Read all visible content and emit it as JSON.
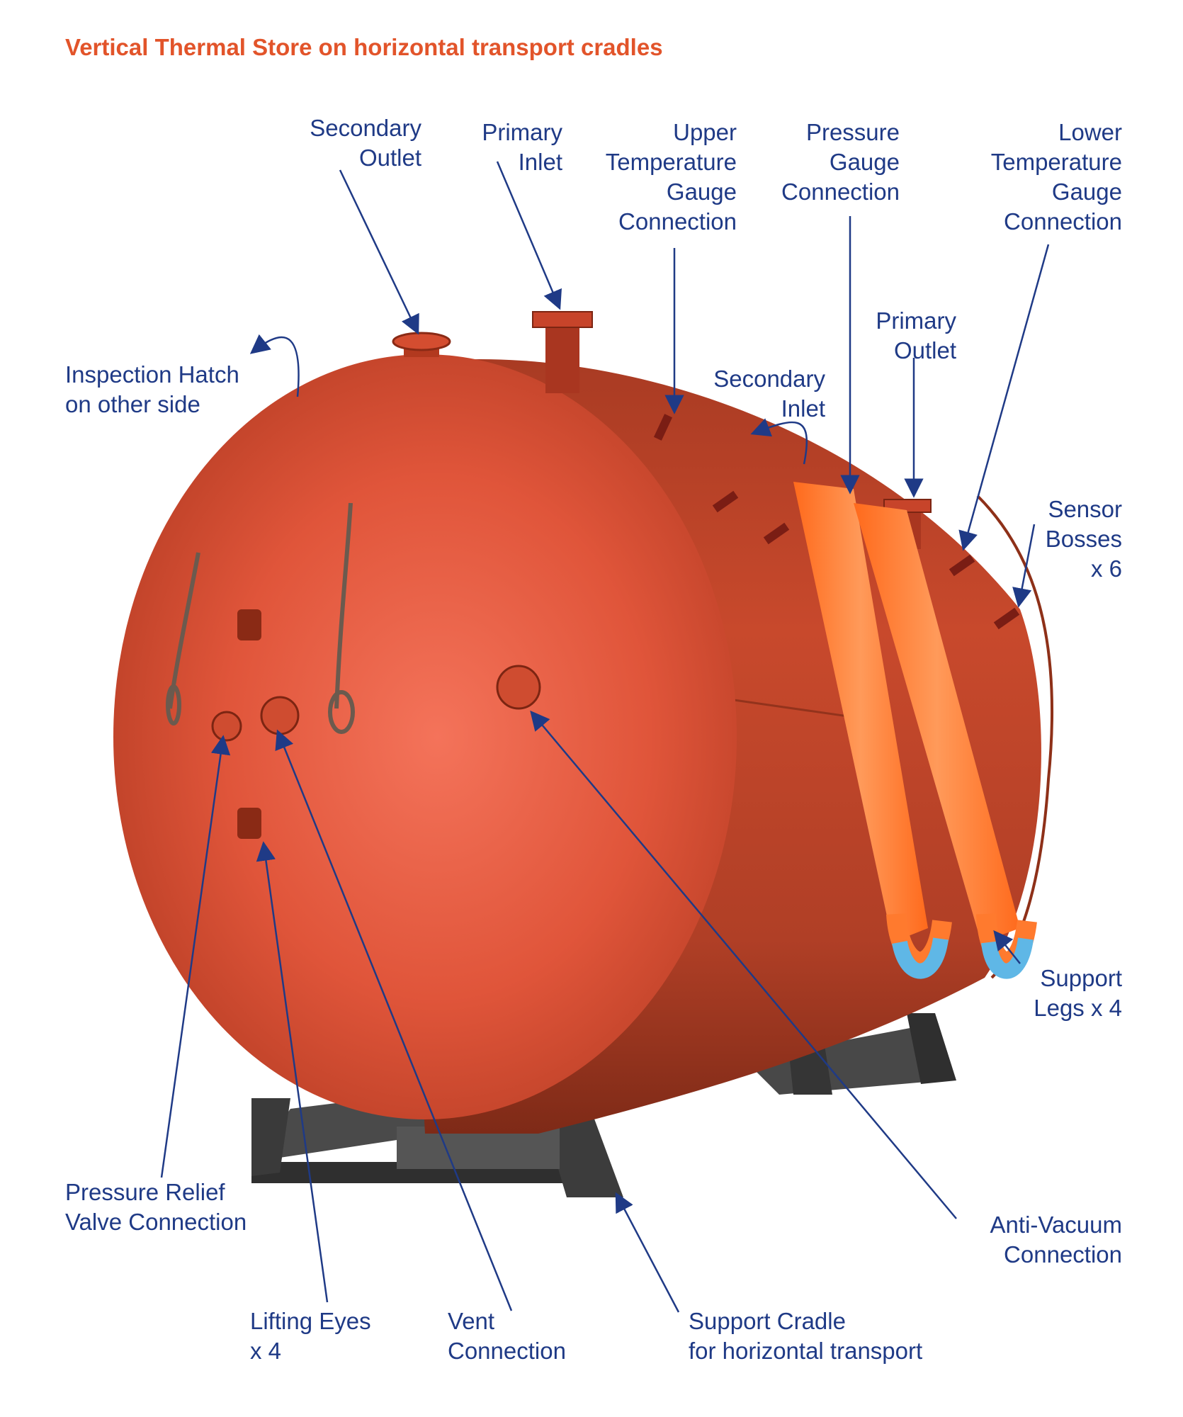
{
  "title": "Vertical Thermal Store on horizontal transport cradles",
  "colors": {
    "title": "#e2542a",
    "label": "#1f3a86",
    "leader": "#1f3a86",
    "vessel_body": "#b8442a",
    "vessel_highlight": "#f06a48",
    "cradle": "#3a3a3a",
    "strap": "#ff7a2e",
    "strap_loop": "#5fb7e6"
  },
  "labels": {
    "secondary_outlet": [
      "Secondary",
      "Outlet"
    ],
    "primary_inlet": [
      "Primary",
      "Inlet"
    ],
    "upper_temp": [
      "Upper",
      "Temperature",
      "Gauge",
      "Connection"
    ],
    "pressure_gauge": [
      "Pressure",
      "Gauge",
      "Connection"
    ],
    "lower_temp": [
      "Lower",
      "Temperature",
      "Gauge",
      "Connection"
    ],
    "inspection_hatch": [
      "Inspection Hatch",
      "on other side"
    ],
    "primary_outlet": [
      "Primary",
      "Outlet"
    ],
    "secondary_inlet": [
      "Secondary",
      "Inlet"
    ],
    "sensor_bosses": [
      "Sensor",
      "Bosses",
      "x 6"
    ],
    "support_legs": [
      "Support",
      "Legs x 4"
    ],
    "pressure_relief": [
      "Pressure Relief",
      "Valve Connection"
    ],
    "anti_vacuum": [
      "Anti-Vacuum",
      "Connection"
    ],
    "lifting_eyes": [
      "Lifting Eyes",
      "x 4"
    ],
    "vent": [
      "Vent",
      "Connection"
    ],
    "support_cradle": [
      "Support Cradle",
      "for horizontal transport"
    ]
  }
}
